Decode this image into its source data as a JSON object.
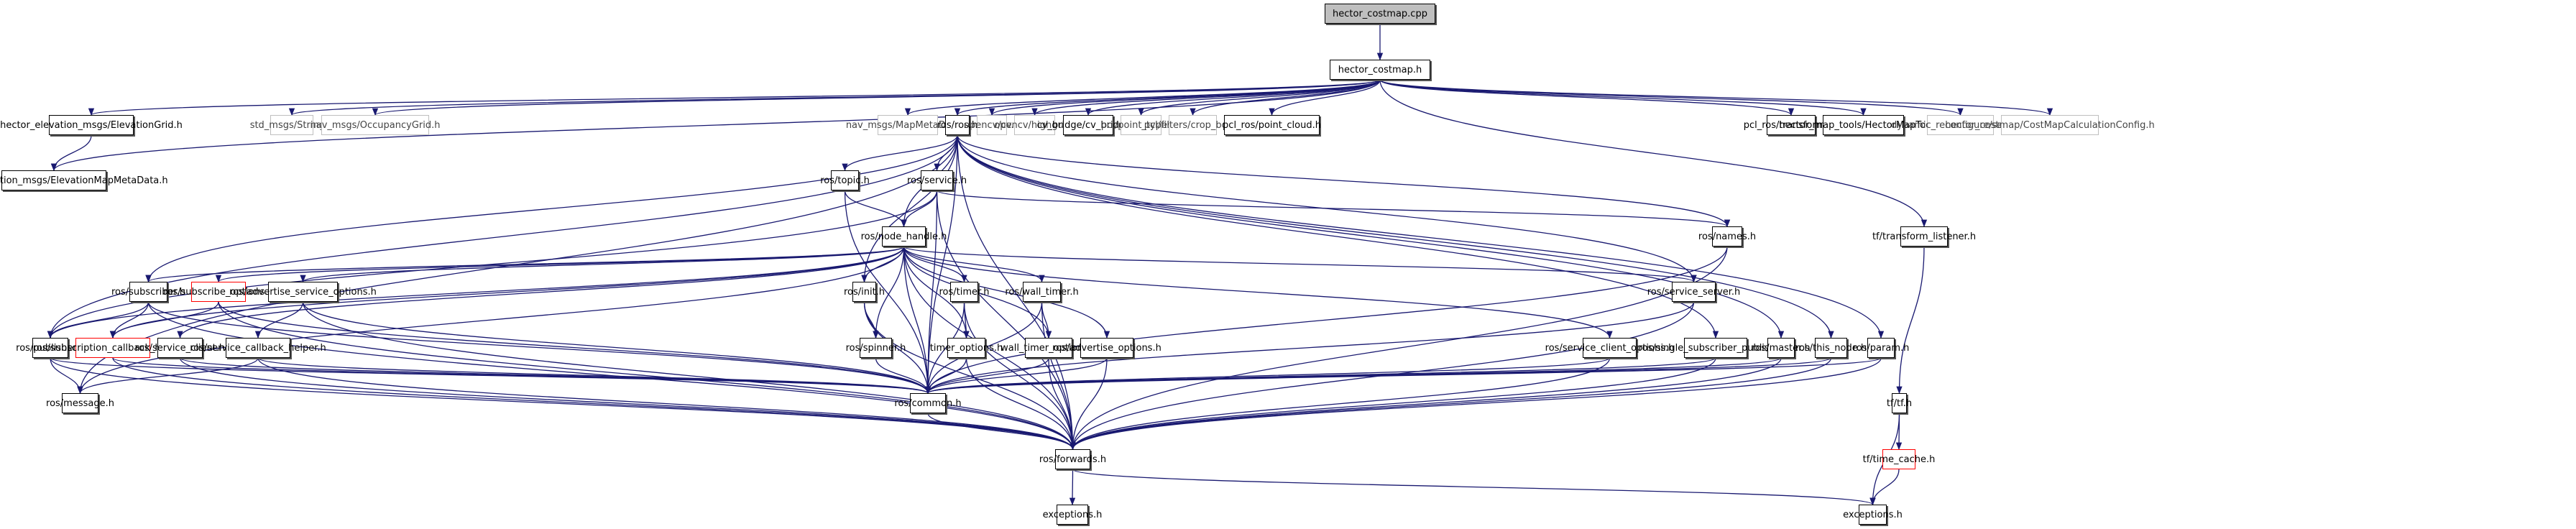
{
  "title": "hector_costmap.cpp include dependency graph",
  "colors": {
    "edge": "#191970",
    "root_fill": "#bfbfbf",
    "external_border": "#bfbfbf",
    "incomplete_border": "#ff0000"
  },
  "nodes": [
    {
      "id": "root",
      "label": "hector_costmap.cpp",
      "kind": "root"
    },
    {
      "id": "hcm",
      "label": "hector_costmap.h",
      "kind": "normal"
    },
    {
      "id": "eg",
      "label": "hector_elevation_msgs/ElevationGrid.h",
      "kind": "normal"
    },
    {
      "id": "emd",
      "label": "hector_elevation_msgs/ElevationMapMetaData.h",
      "kind": "normal"
    },
    {
      "id": "str",
      "label": "std_msgs/String.h",
      "kind": "external"
    },
    {
      "id": "og",
      "label": "nav_msgs/OccupancyGrid.h",
      "kind": "external"
    },
    {
      "id": "mmd",
      "label": "nav_msgs/MapMetaData.h",
      "kind": "external"
    },
    {
      "id": "ros",
      "label": "ros/ros.h",
      "kind": "normal"
    },
    {
      "id": "cv",
      "label": "opencv/cv.h",
      "kind": "external"
    },
    {
      "id": "hg",
      "label": "opencv/highgui.h",
      "kind": "external"
    },
    {
      "id": "cvb",
      "label": "cv_bridge/cv_bridge.h",
      "kind": "normal"
    },
    {
      "id": "pt",
      "label": "pcl/point_types.h",
      "kind": "external"
    },
    {
      "id": "cb",
      "label": "pcl/filters/crop_box.h",
      "kind": "external"
    },
    {
      "id": "pc",
      "label": "pcl_ros/point_cloud.h",
      "kind": "normal"
    },
    {
      "id": "tr",
      "label": "pcl_ros/transforms.h",
      "kind": "normal"
    },
    {
      "id": "hmt",
      "label": "hector_map_tools/HectorMapTools.h",
      "kind": "normal"
    },
    {
      "id": "drs",
      "label": "dynamic_reconfigure/server.h",
      "kind": "external"
    },
    {
      "id": "cmc",
      "label": "hector_costmap/CostMapCalculationConfig.h",
      "kind": "external"
    },
    {
      "id": "topic",
      "label": "ros/topic.h",
      "kind": "normal"
    },
    {
      "id": "service",
      "label": "ros/service.h",
      "kind": "normal"
    },
    {
      "id": "nh",
      "label": "ros/node_handle.h",
      "kind": "normal"
    },
    {
      "id": "names",
      "label": "ros/names.h",
      "kind": "normal"
    },
    {
      "id": "tl",
      "label": "tf/transform_listener.h",
      "kind": "normal"
    },
    {
      "id": "sub",
      "label": "ros/subscriber.h",
      "kind": "normal"
    },
    {
      "id": "subopt",
      "label": "ros/subscribe_options.h",
      "kind": "incomplete"
    },
    {
      "id": "aso",
      "label": "ros/advertise_service_options.h",
      "kind": "normal"
    },
    {
      "id": "init",
      "label": "ros/init.h",
      "kind": "normal"
    },
    {
      "id": "timer",
      "label": "ros/timer.h",
      "kind": "normal"
    },
    {
      "id": "wtimer",
      "label": "ros/wall_timer.h",
      "kind": "normal"
    },
    {
      "id": "ss",
      "label": "ros/service_server.h",
      "kind": "normal"
    },
    {
      "id": "pub",
      "label": "ros/publisher.h",
      "kind": "normal"
    },
    {
      "id": "sch",
      "label": "ros/subscription_callback_helper.h",
      "kind": "incomplete"
    },
    {
      "id": "sc",
      "label": "ros/service_client.h",
      "kind": "normal"
    },
    {
      "id": "sch2",
      "label": "ros/service_callback_helper.h",
      "kind": "normal"
    },
    {
      "id": "spin",
      "label": "ros/spinner.h",
      "kind": "normal"
    },
    {
      "id": "to",
      "label": "timer_options.h",
      "kind": "normal"
    },
    {
      "id": "wto",
      "label": "wall_timer_options.h",
      "kind": "normal"
    },
    {
      "id": "ao",
      "label": "ros/advertise_options.h",
      "kind": "normal"
    },
    {
      "id": "sco",
      "label": "ros/service_client_options.h",
      "kind": "normal"
    },
    {
      "id": "ssp",
      "label": "ros/single_subscriber_publisher.h",
      "kind": "normal"
    },
    {
      "id": "master",
      "label": "ros/master.h",
      "kind": "normal"
    },
    {
      "id": "thisnode",
      "label": "ros/this_node.h",
      "kind": "normal"
    },
    {
      "id": "param",
      "label": "ros/param.h",
      "kind": "normal"
    },
    {
      "id": "msg",
      "label": "ros/message.h",
      "kind": "normal"
    },
    {
      "id": "common",
      "label": "ros/common.h",
      "kind": "normal"
    },
    {
      "id": "tf",
      "label": "tf/tf.h",
      "kind": "normal"
    },
    {
      "id": "fwd",
      "label": "ros/forwards.h",
      "kind": "normal"
    },
    {
      "id": "tc",
      "label": "tf/time_cache.h",
      "kind": "incomplete"
    },
    {
      "id": "exc1",
      "label": "exceptions.h",
      "kind": "normal"
    },
    {
      "id": "exc2",
      "label": "exceptions.h",
      "kind": "normal"
    }
  ],
  "edges": [
    [
      "root",
      "hcm"
    ],
    [
      "hcm",
      "eg"
    ],
    [
      "hcm",
      "emd"
    ],
    [
      "hcm",
      "str"
    ],
    [
      "hcm",
      "og"
    ],
    [
      "hcm",
      "mmd"
    ],
    [
      "hcm",
      "ros"
    ],
    [
      "hcm",
      "cv"
    ],
    [
      "hcm",
      "hg"
    ],
    [
      "hcm",
      "cvb"
    ],
    [
      "hcm",
      "pt"
    ],
    [
      "hcm",
      "cb"
    ],
    [
      "hcm",
      "pc"
    ],
    [
      "hcm",
      "tr"
    ],
    [
      "hcm",
      "hmt"
    ],
    [
      "hcm",
      "drs"
    ],
    [
      "hcm",
      "cmc"
    ],
    [
      "hcm",
      "tl"
    ],
    [
      "eg",
      "emd"
    ],
    [
      "ros",
      "topic"
    ],
    [
      "ros",
      "service"
    ],
    [
      "ros",
      "nh"
    ],
    [
      "ros",
      "init"
    ],
    [
      "ros",
      "names"
    ],
    [
      "ros",
      "sub"
    ],
    [
      "ros",
      "pub"
    ],
    [
      "ros",
      "common"
    ],
    [
      "ros",
      "ss"
    ],
    [
      "ros",
      "ssp"
    ],
    [
      "ros",
      "master"
    ],
    [
      "ros",
      "thisnode"
    ],
    [
      "ros",
      "param"
    ],
    [
      "ros",
      "fwd"
    ],
    [
      "ros",
      "msg"
    ],
    [
      "topic",
      "nh"
    ],
    [
      "topic",
      "common"
    ],
    [
      "service",
      "nh"
    ],
    [
      "service",
      "names"
    ],
    [
      "service",
      "common"
    ],
    [
      "service",
      "fwd"
    ],
    [
      "service",
      "pub"
    ],
    [
      "nh",
      "sub"
    ],
    [
      "nh",
      "subopt"
    ],
    [
      "nh",
      "aso"
    ],
    [
      "nh",
      "init"
    ],
    [
      "nh",
      "timer"
    ],
    [
      "nh",
      "wtimer"
    ],
    [
      "nh",
      "ss"
    ],
    [
      "nh",
      "pub"
    ],
    [
      "nh",
      "spin"
    ],
    [
      "nh",
      "to"
    ],
    [
      "nh",
      "wto"
    ],
    [
      "nh",
      "ao"
    ],
    [
      "nh",
      "sco"
    ],
    [
      "nh",
      "sc"
    ],
    [
      "nh",
      "common"
    ],
    [
      "nh",
      "fwd"
    ],
    [
      "nh",
      "msg"
    ],
    [
      "nh",
      "sch"
    ],
    [
      "names",
      "common"
    ],
    [
      "names",
      "fwd"
    ],
    [
      "tl",
      "tf"
    ],
    [
      "sub",
      "pub"
    ],
    [
      "sub",
      "sch"
    ],
    [
      "sub",
      "common"
    ],
    [
      "sub",
      "fwd"
    ],
    [
      "subopt",
      "sch"
    ],
    [
      "subopt",
      "common"
    ],
    [
      "subopt",
      "fwd"
    ],
    [
      "aso",
      "sch2"
    ],
    [
      "aso",
      "common"
    ],
    [
      "aso",
      "fwd"
    ],
    [
      "init",
      "spin"
    ],
    [
      "init",
      "common"
    ],
    [
      "init",
      "fwd"
    ],
    [
      "timer",
      "to"
    ],
    [
      "timer",
      "common"
    ],
    [
      "timer",
      "fwd"
    ],
    [
      "wtimer",
      "wto"
    ],
    [
      "wtimer",
      "common"
    ],
    [
      "wtimer",
      "fwd"
    ],
    [
      "ss",
      "common"
    ],
    [
      "ss",
      "fwd"
    ],
    [
      "pub",
      "msg"
    ],
    [
      "pub",
      "common"
    ],
    [
      "pub",
      "fwd"
    ],
    [
      "sch",
      "common"
    ],
    [
      "sch",
      "fwd"
    ],
    [
      "sc",
      "common"
    ],
    [
      "sc",
      "fwd"
    ],
    [
      "sch2",
      "msg"
    ],
    [
      "sch2",
      "common"
    ],
    [
      "sch2",
      "fwd"
    ],
    [
      "spin",
      "common"
    ],
    [
      "to",
      "common"
    ],
    [
      "to",
      "fwd"
    ],
    [
      "wto",
      "common"
    ],
    [
      "wto",
      "fwd"
    ],
    [
      "ao",
      "common"
    ],
    [
      "ao",
      "fwd"
    ],
    [
      "sco",
      "common"
    ],
    [
      "sco",
      "fwd"
    ],
    [
      "ssp",
      "common"
    ],
    [
      "ssp",
      "fwd"
    ],
    [
      "master",
      "common"
    ],
    [
      "master",
      "fwd"
    ],
    [
      "thisnode",
      "common"
    ],
    [
      "thisnode",
      "fwd"
    ],
    [
      "param",
      "common"
    ],
    [
      "param",
      "fwd"
    ],
    [
      "common",
      "fwd"
    ],
    [
      "fwd",
      "exc1"
    ],
    [
      "fwd",
      "exc2"
    ],
    [
      "tf",
      "tc"
    ],
    [
      "tf",
      "exc2"
    ],
    [
      "tc",
      "exc2"
    ]
  ]
}
